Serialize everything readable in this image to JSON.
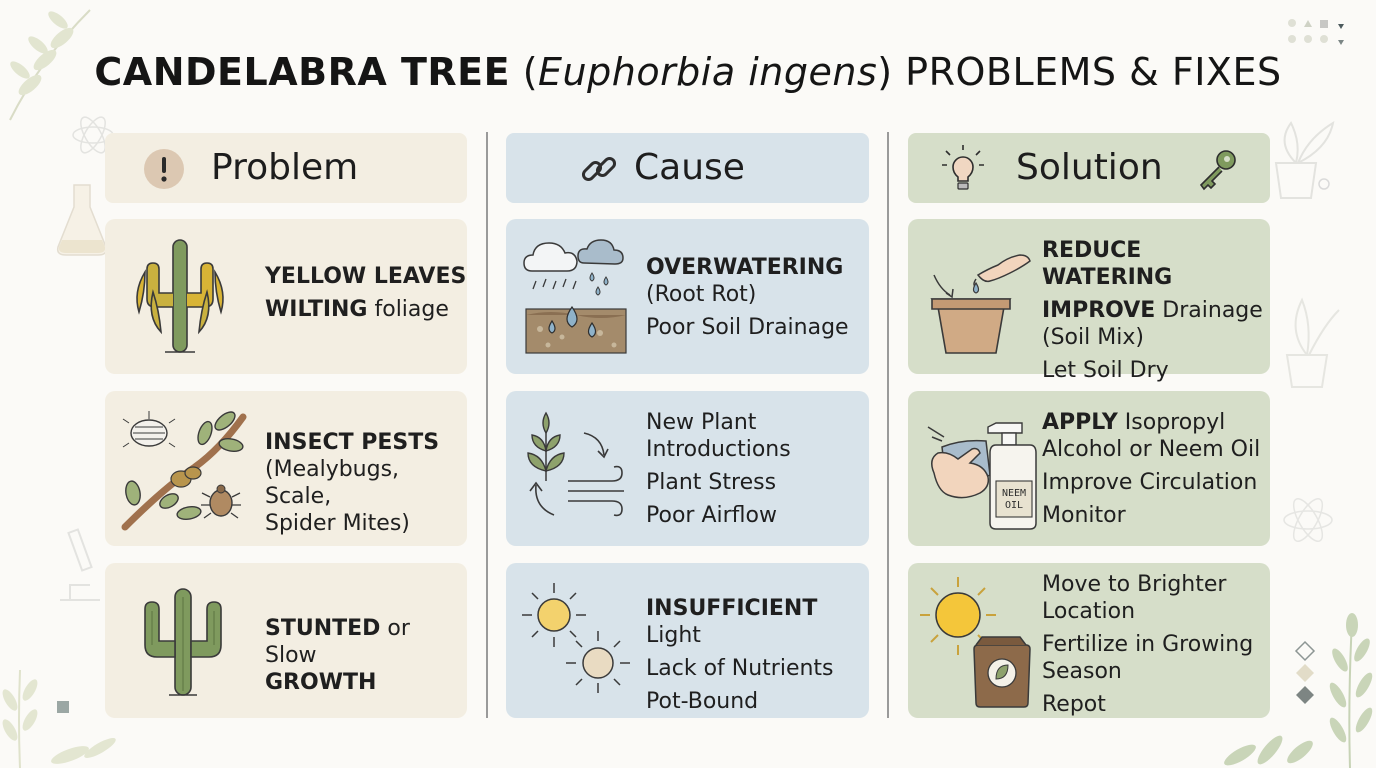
{
  "title": {
    "part1": "CANDELABRA TREE",
    "part2": "(",
    "part3": "Euphorbia ingens",
    "part4": ") PROBLEMS & FIXES"
  },
  "headers": {
    "problem": "Problem",
    "cause": "Cause",
    "solution": "Solution"
  },
  "rows": [
    {
      "problem": {
        "l1_bold": "YELLOW LEAVES",
        "l2_bold": "WILTING",
        "l2_rest": " foliage"
      },
      "cause": {
        "l1_bold": "OVERWATERING",
        "l2": "(Root Rot)",
        "l3": "Poor Soil Drainage"
      },
      "solution": {
        "l1_bold": "REDUCE WATERING",
        "l2_bold": "IMPROVE",
        "l2_rest": " Drainage",
        "l3": "(Soil Mix)",
        "l4": "Let Soil Dry"
      }
    },
    {
      "problem": {
        "l1_bold": "INSECT PESTS",
        "l2": "(Mealybugs, Scale,",
        "l3": "Spider Mites)"
      },
      "cause": {
        "l1": "New Plant",
        "l2": "Introductions",
        "l3": "Plant Stress",
        "l4": "Poor Airflow"
      },
      "solution": {
        "l1_bold": "APPLY",
        "l1_rest": " Isopropyl",
        "l2": "Alcohol or Neem Oil",
        "l3": "Improve Circulation",
        "l4": "Monitor",
        "bottle_label_1": "NEEM",
        "bottle_label_2": "OIL"
      }
    },
    {
      "problem": {
        "l1_bold": "STUNTED",
        "l1_rest": " or Slow",
        "l2_bold": "GROWTH"
      },
      "cause": {
        "l1_bold": "INSUFFICIENT",
        "l1_rest": " Light",
        "l2": "Lack of Nutrients",
        "l3": "Pot-Bound"
      },
      "solution": {
        "l1": "Move to Brighter",
        "l2": "Location",
        "l3": "Fertilize in Growing",
        "l4": "Season",
        "l5": "Repot"
      }
    }
  ],
  "colors": {
    "problem_bg": "#f3eee2",
    "cause_bg": "#d8e3ea",
    "solution_bg": "#d6dec9",
    "cactus_green": "#7f9a5e",
    "yellow": "#d8b436"
  }
}
